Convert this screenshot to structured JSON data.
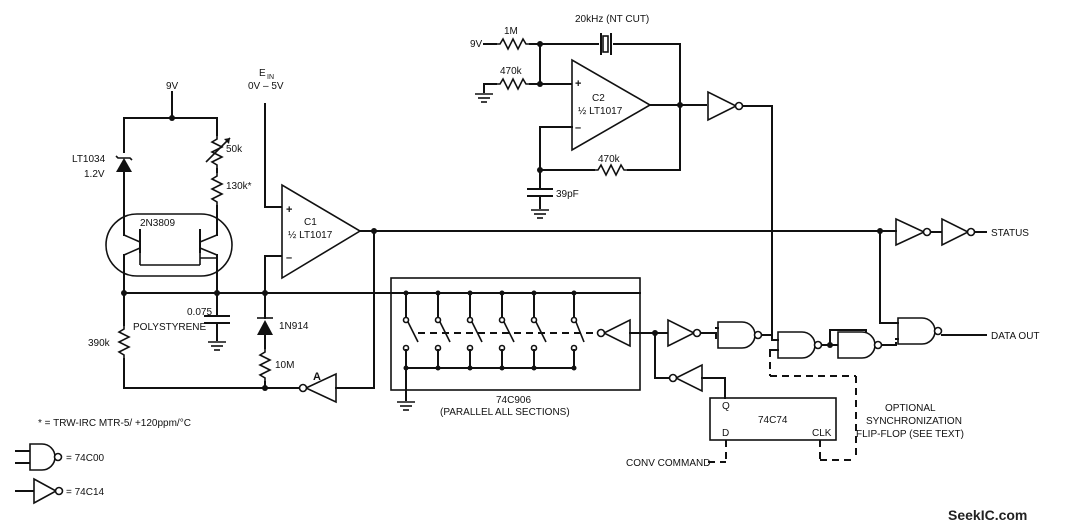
{
  "supply": {
    "v9_top": "9V",
    "v9_c2": "9V"
  },
  "input": {
    "ein_main": "E",
    "ein_sub": "IN",
    "range": "0V – 5V"
  },
  "components": {
    "ref_diode": "LT1034",
    "ref_voltage": "1.2V",
    "pot": "50k",
    "r_130k": "130k*",
    "transistor": "2N3809",
    "cap_value": "0.075",
    "cap_type": "POLYSTYRENE",
    "r_390k": "390k",
    "diode": "1N914",
    "r_10m": "10M",
    "node_a": "A",
    "r_1m": "1M",
    "r_470k_in": "470k",
    "crystal": "20kHz (NT CUT)",
    "r_470k_fb": "470k",
    "cap_39pf": "39pF",
    "switch_ic": "74C906",
    "switch_note": "(PARALLEL ALL SECTIONS)",
    "ff_chip": "74C74",
    "ff_q": "Q",
    "ff_d": "D",
    "ff_clk": "CLK"
  },
  "opamps": {
    "c1_name": "C1",
    "c1_part": "½ LT1017",
    "c2_name": "C2",
    "c2_part": "½ LT1017",
    "plus": "+",
    "minus": "–"
  },
  "outputs": {
    "status": "STATUS",
    "data_out": "DATA OUT",
    "conv_command": "CONV COMMAND"
  },
  "notes": {
    "sync_line1": "OPTIONAL",
    "sync_line2": "SYNCHRONIZATION",
    "sync_line3": "FLIP-FLOP (SEE TEXT)",
    "footnote": "* = TRW-IRC MTR-5/ +120ppm/°C",
    "legend_nand": "= 74C00",
    "legend_inv": "= 74C14"
  },
  "watermark": "SeekIC.com"
}
